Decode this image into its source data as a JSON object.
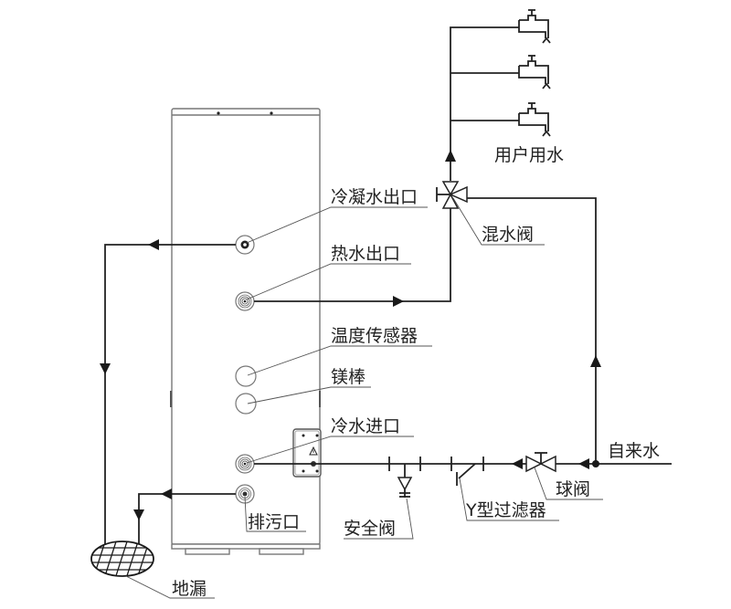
{
  "diagram": {
    "type": "water heater installation piping schematic",
    "colors": {
      "line": "#222222",
      "tank_outline": "#777777",
      "leader": "#555555",
      "background": "#ffffff"
    },
    "labels": {
      "user_water": "用户用水",
      "condensate_outlet": "冷凝水出口",
      "mixing_valve": "混水阀",
      "hot_water_outlet": "热水出口",
      "temperature_sensor": "温度传感器",
      "magnesium_rod": "镁棒",
      "cold_water_inlet": "冷水进口",
      "tap_water": "自来水",
      "ball_valve": "球阀",
      "drain_outlet": "排污口",
      "safety_valve": "安全阀",
      "y_strainer": "Y型过滤器",
      "floor_drain": "地漏"
    },
    "components": [
      {
        "id": "tank",
        "icon": "water-tank"
      },
      {
        "id": "faucets",
        "icon": "faucet-icon",
        "count": 3
      },
      {
        "id": "mixing_valve",
        "icon": "three-way-valve-icon"
      },
      {
        "id": "ball_valve",
        "icon": "ball-valve-icon"
      },
      {
        "id": "safety_valve",
        "icon": "safety-valve-icon"
      },
      {
        "id": "y_strainer",
        "icon": "y-strainer-icon"
      },
      {
        "id": "floor_drain",
        "icon": "floor-drain-icon"
      },
      {
        "id": "control_box",
        "icon": "warning-icon"
      }
    ]
  }
}
